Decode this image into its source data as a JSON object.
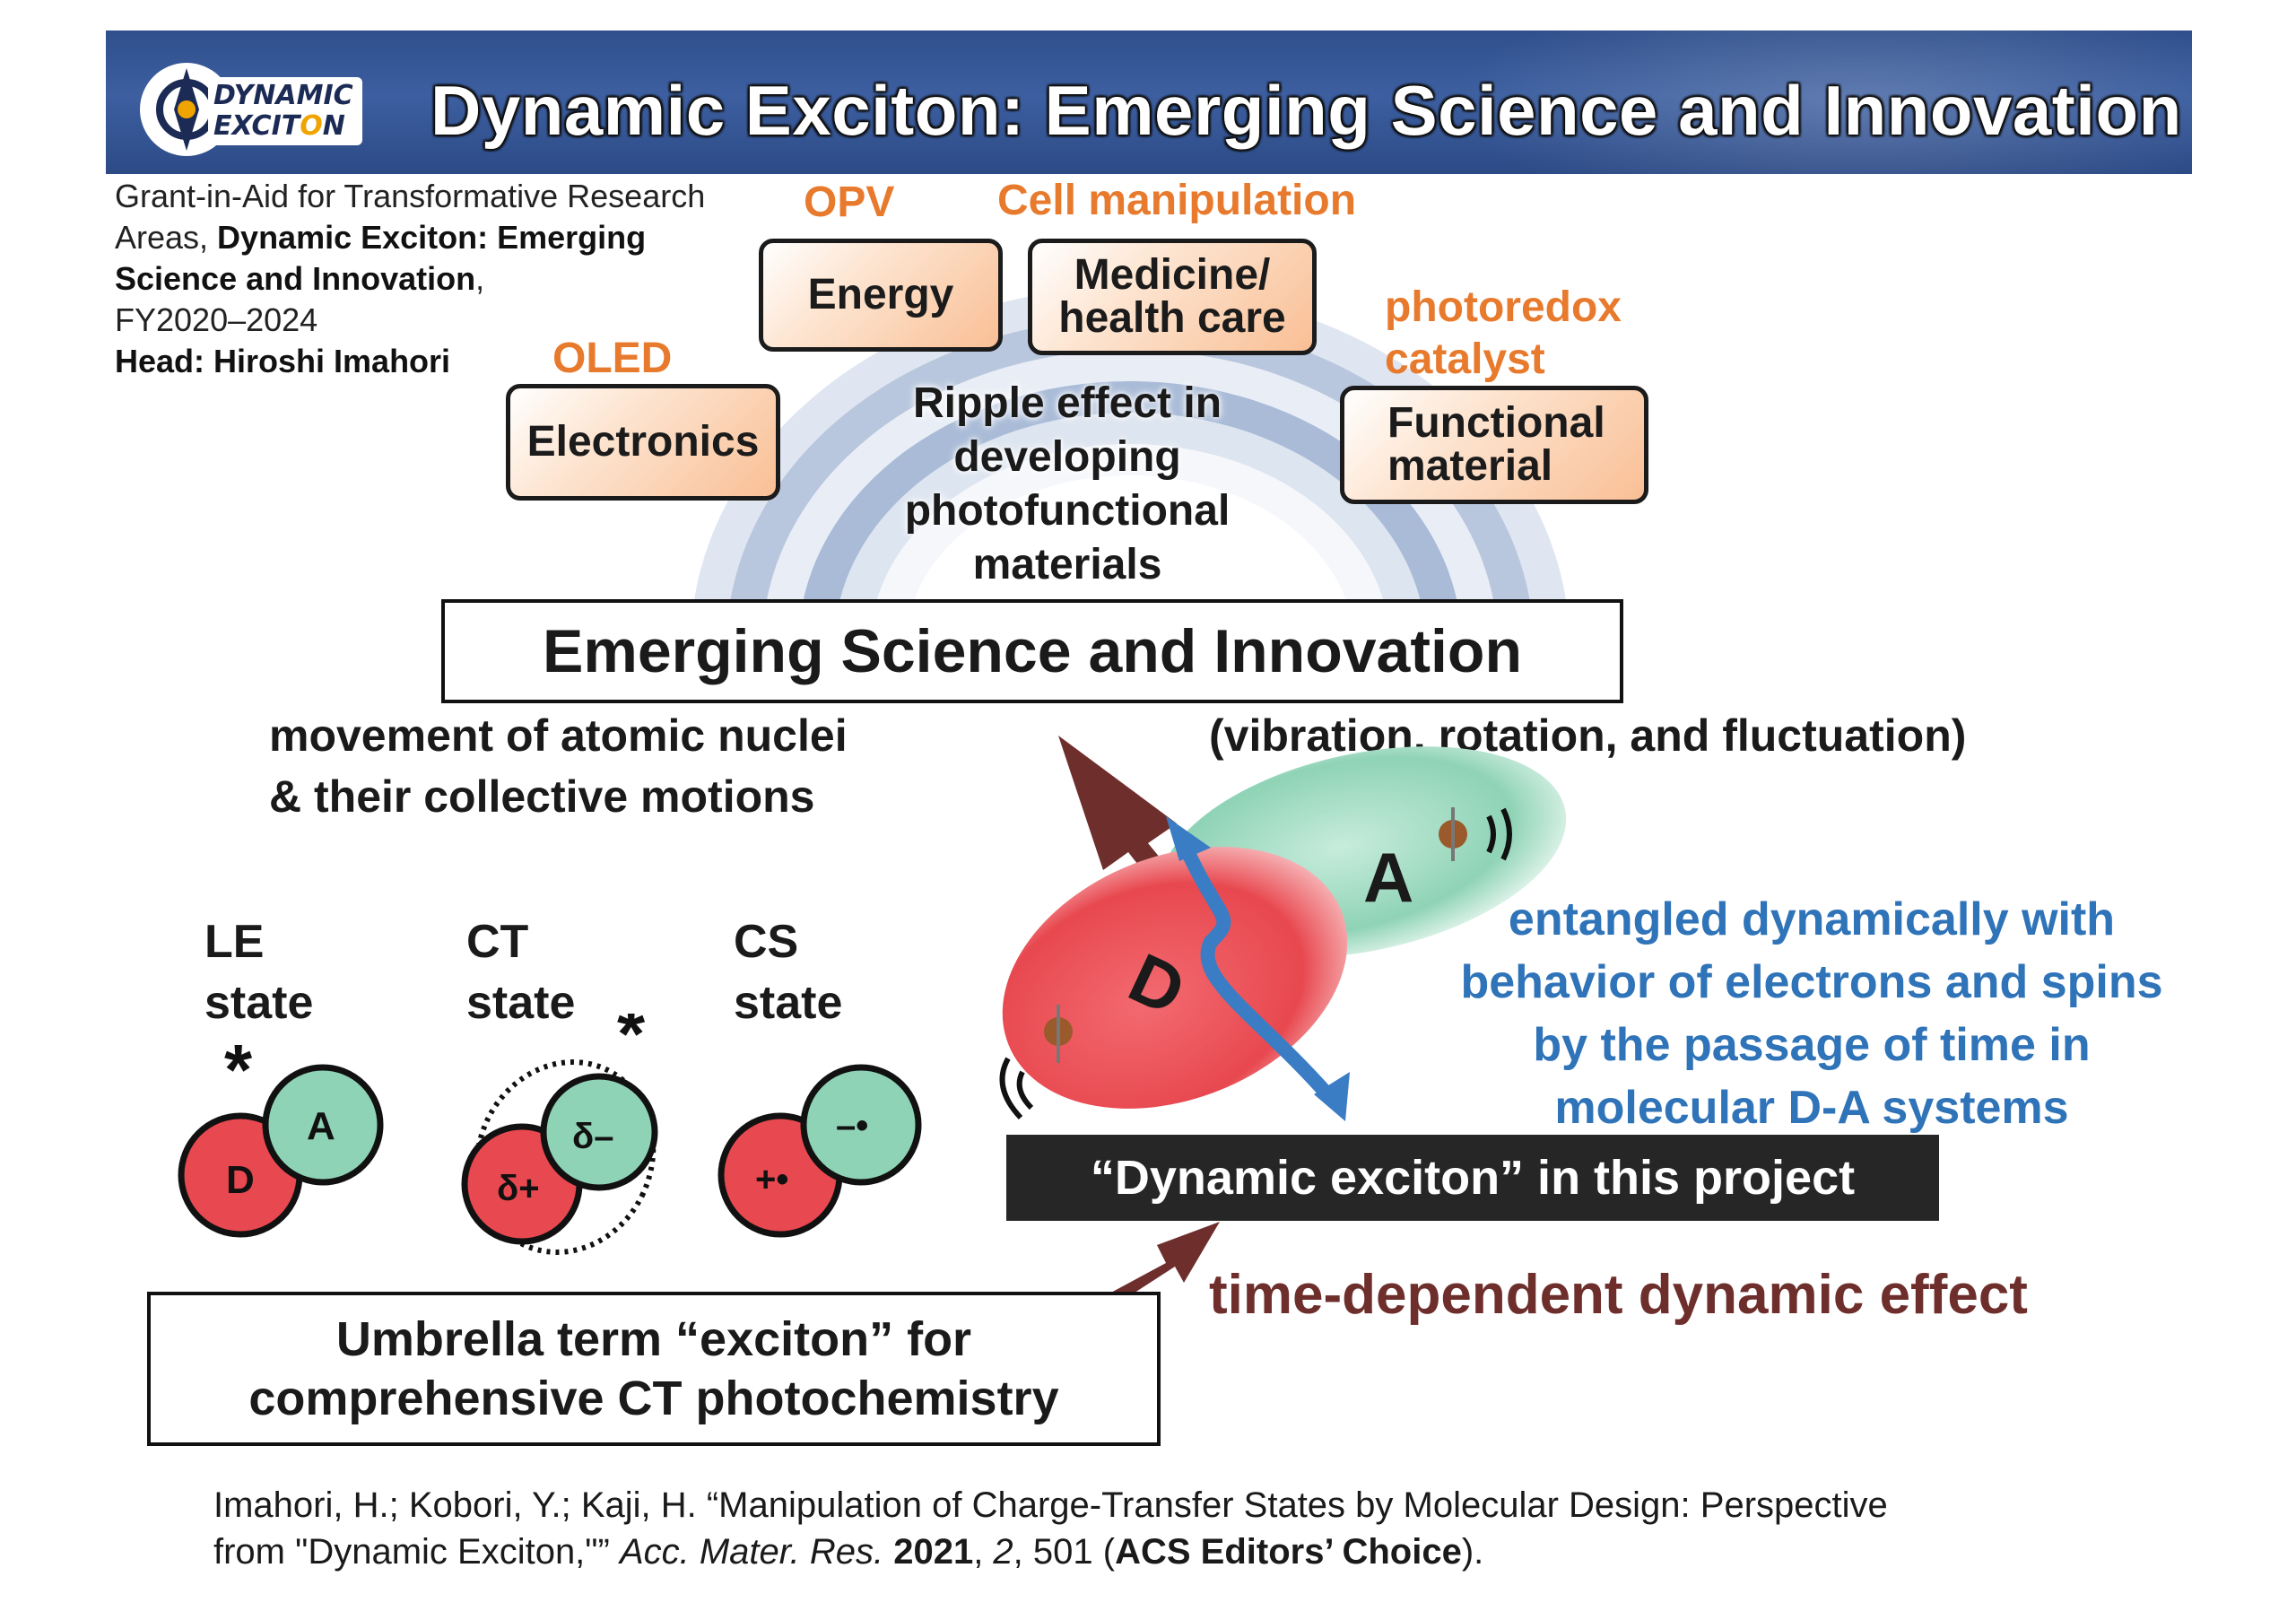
{
  "header": {
    "logo_line1": "DYNAMIC",
    "logo_line2a": "EXCIT",
    "logo_line2b": "O",
    "logo_line2c": "N",
    "title": "Dynamic Exciton: Emerging Science and Innovation"
  },
  "grant": {
    "line1": "Grant-in-Aid for Transformative Research",
    "line2_plain": "Areas, ",
    "line2_bold": "Dynamic Exciton: Emerging",
    "line3_bold": "Science and Innovation",
    "line3_plain": ",",
    "line4": "FY2020–2024",
    "line5": "Head: Hiroshi Imahori"
  },
  "applications": {
    "opv_label": "OPV",
    "energy": "Energy",
    "cell_label": "Cell manipulation",
    "medicine_line1": "Medicine/",
    "medicine_line2": "health care",
    "oled_label": "OLED",
    "electronics": "Electronics",
    "photoredox_line1": "photoredox",
    "photoredox_line2": "catalyst",
    "functional_line1": "Functional",
    "functional_line2": "material"
  },
  "ripple": {
    "line1": "Ripple effect in",
    "line2": "developing",
    "line3": "photofunctional",
    "line4": "materials"
  },
  "emerging": "Emerging Science and Innovation",
  "movement": {
    "line1": "movement of atomic nuclei",
    "line2": "& their collective motions",
    "right": "(vibration, rotation, and fluctuation)"
  },
  "states": {
    "le_line1": "LE",
    "le_line2": "state",
    "ct_line1": "CT",
    "ct_line2": "state",
    "cs_line1": "CS",
    "cs_line2": "state",
    "le_d": "D",
    "le_a": "A",
    "ct_d": "δ+",
    "ct_a": "δ–",
    "cs_d": "+•",
    "cs_a": "–•",
    "star": "*"
  },
  "molecule": {
    "d": "D",
    "a": "A"
  },
  "entangled": {
    "line1": "entangled dynamically with",
    "line2": "behavior of electrons and spins",
    "line3": "by the passage of time in",
    "line4": "molecular D-A systems"
  },
  "project": "“Dynamic exciton” in this project",
  "time_effect": "time-dependent dynamic effect",
  "umbrella": {
    "line1": "Umbrella term “exciton” for",
    "line2": "comprehensive CT photochemistry"
  },
  "citation": {
    "line1": "Imahori, H.; Kobori, Y.; Kaji, H. “Manipulation of Charge-Transfer States by Molecular Design: Perspective",
    "line2_a": "from \"Dynamic Exciton,\"” ",
    "line2_journal": "Acc. Mater. Res.",
    "line2_b": " ",
    "line2_year": "2021",
    "line2_c": ", ",
    "line2_vol": "2",
    "line2_d": ", 501 (",
    "line2_bold": "ACS Editors’ Choice",
    "line2_e": ")."
  },
  "colors": {
    "banner": "#3d5fa0",
    "orange_label": "#e87a2e",
    "blue_text": "#2f73b8",
    "brown_arrow": "#6e2f2c",
    "donor_red": "#e8484f",
    "acceptor_green": "#8fd3b6"
  }
}
